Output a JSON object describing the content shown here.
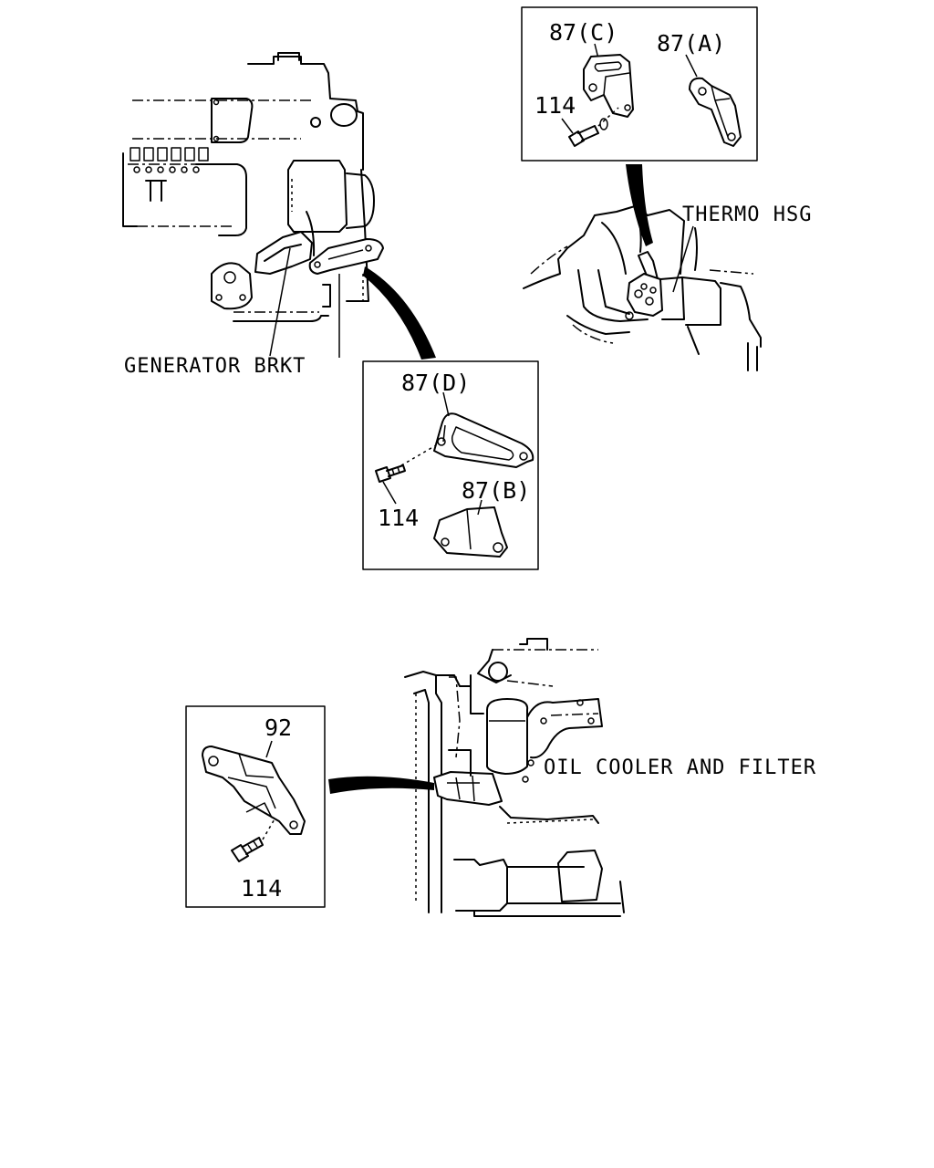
{
  "labels": {
    "generator_brkt": "GENERATOR BRKT",
    "thermo_hsg": "THERMO HSG",
    "oil_cooler_and_filter": "OIL COOLER AND FILTER"
  },
  "parts": {
    "p87c": "87(C)",
    "p87a": "87(A)",
    "p87d": "87(D)",
    "p87b": "87(B)",
    "p92": "92",
    "bolt_top": "114",
    "bolt_mid": "114",
    "bolt_bottom": "114"
  }
}
